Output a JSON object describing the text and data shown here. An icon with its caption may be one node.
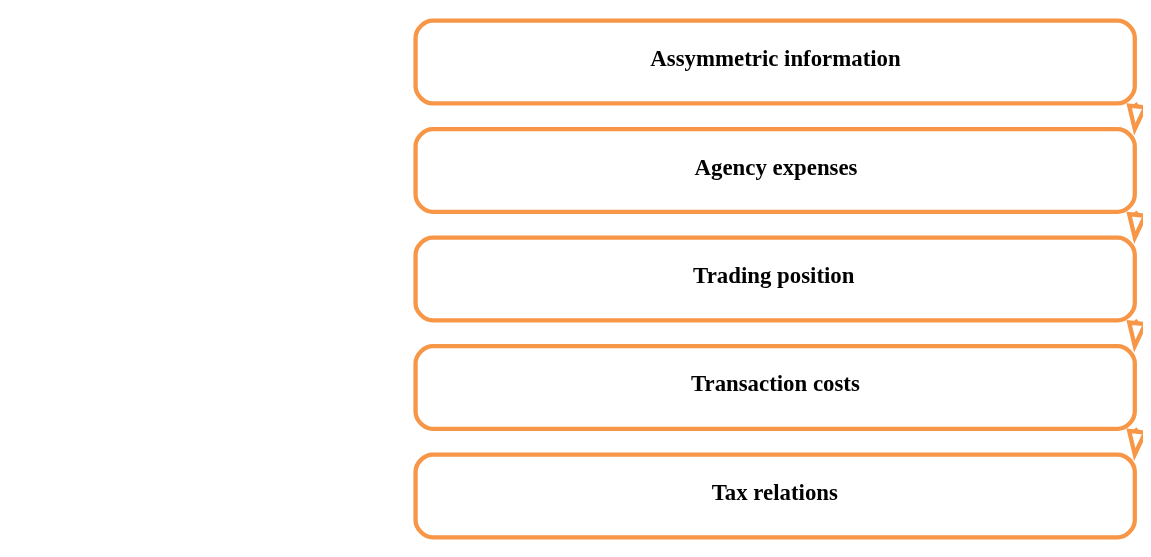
{
  "diagram": {
    "nodes": [
      {
        "text": [
          "Assymmetric information"
        ]
      },
      {
        "text": [
          "Agency expenses"
        ]
      },
      {
        "text": [
          "Trading position"
        ]
      },
      {
        "text": [
          "Transaction costs"
        ]
      },
      {
        "text": [
          "Tax relations"
        ]
      }
    ],
    "edges": [
      {
        "from": 0,
        "to": 1,
        "arrow": "to"
      },
      {
        "from": 1,
        "to": 2,
        "arrow": "to"
      },
      {
        "from": 2,
        "to": 3,
        "arrow": "to"
      },
      {
        "from": 3,
        "to": 4,
        "arrow": "to"
      }
    ]
  }
}
